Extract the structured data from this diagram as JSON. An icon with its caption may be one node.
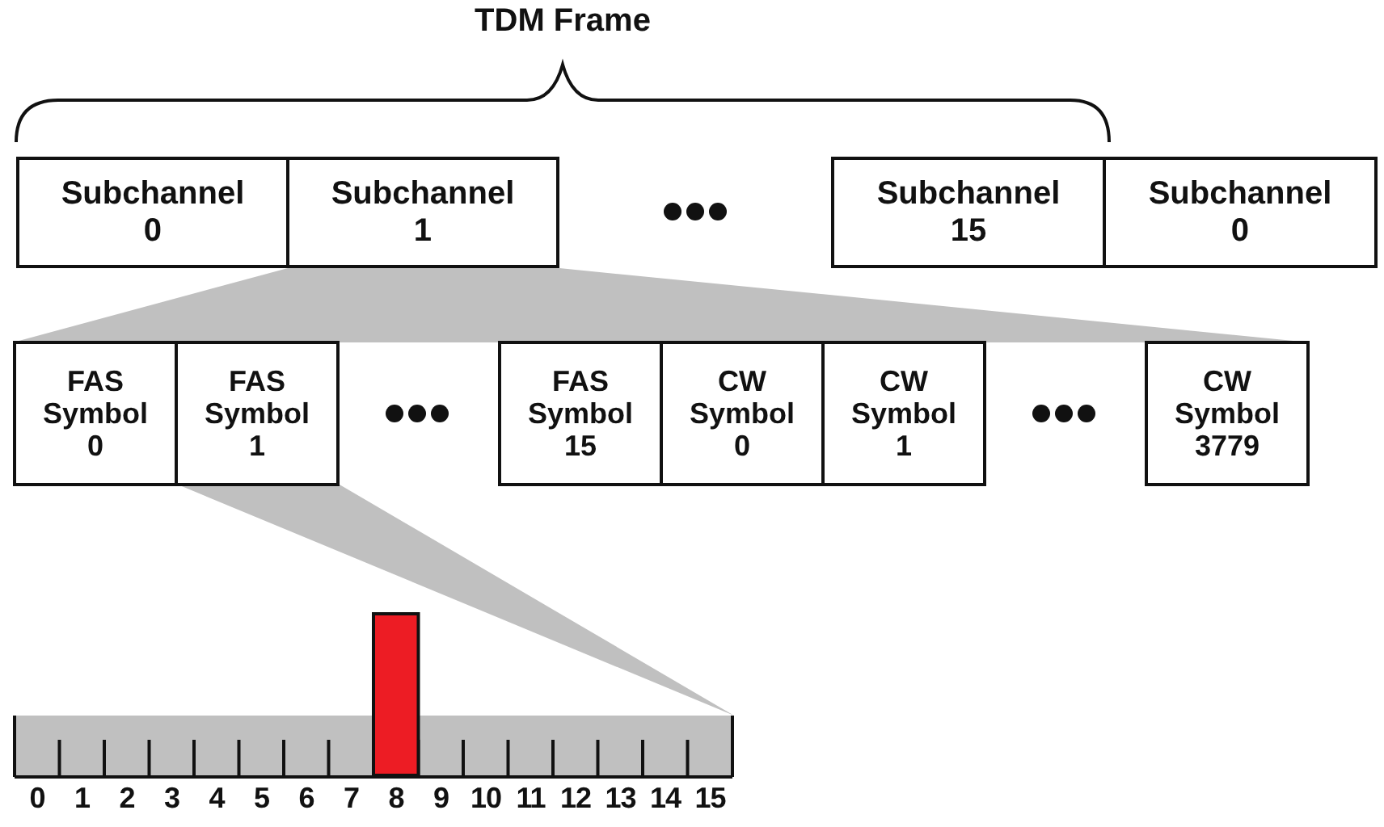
{
  "diagram": {
    "title": "TDM Frame",
    "nodes": [
      {
        "text": [
          "Subchannel 0"
        ]
      },
      {
        "text": [
          "Subchannel 1"
        ]
      },
      {
        "text": [
          "Subchannel 15"
        ]
      },
      {
        "text": [
          "Subchannel 0"
        ]
      },
      {
        "text": [
          "FAS Symbol 0"
        ]
      },
      {
        "text": [
          "FAS Symbol 1"
        ]
      },
      {
        "text": [
          "FAS Symbol 15"
        ]
      },
      {
        "text": [
          "CW Symbol 0"
        ]
      },
      {
        "text": [
          "CW Symbol 1"
        ]
      },
      {
        "text": [
          "CW Symbol 3779"
        ]
      }
    ],
    "edges": [],
    "labels": [
      "0",
      "1",
      "2",
      "3",
      "4",
      "5",
      "6",
      "7",
      "8",
      "9",
      "10",
      "11",
      "12",
      "13",
      "14",
      "15"
    ]
  }
}
